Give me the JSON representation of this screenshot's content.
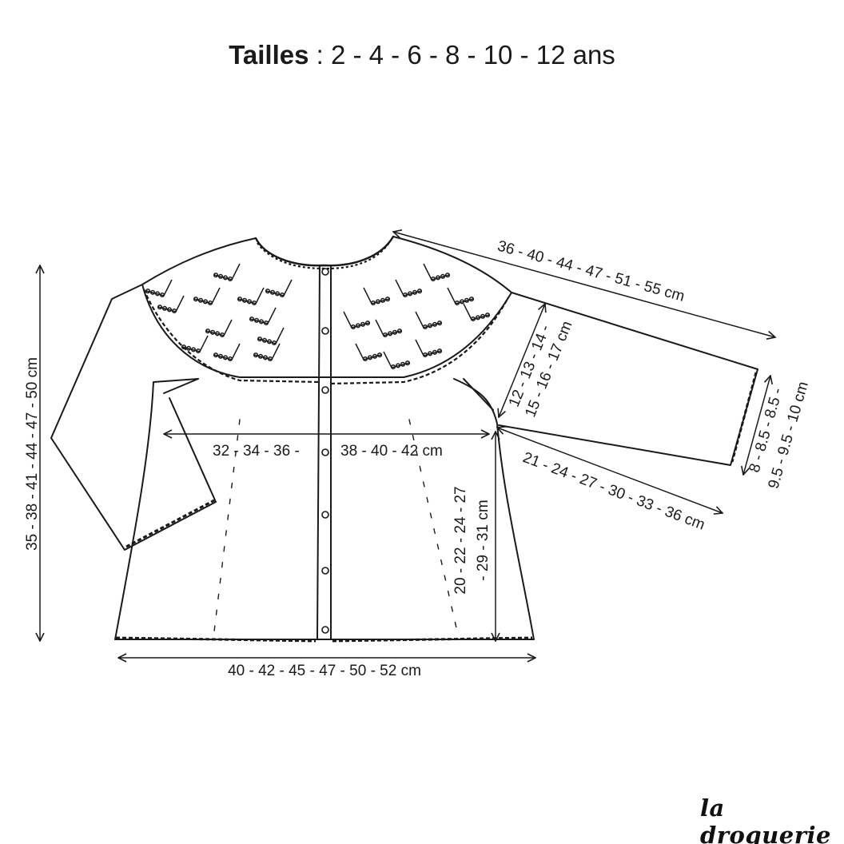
{
  "title": {
    "label": "Tailles",
    "sizes": " : 2 - 4 - 6 - 8 - 10 - 12 ans"
  },
  "measurements": {
    "height": "35 - 38 - 41 - 44 - 47 - 50 cm",
    "chest_left": "32 - 34 - 36 -",
    "chest_right": "38 - 40 - 42 cm",
    "bottom_width": "40 - 42 - 45 - 47 - 50 - 52 cm",
    "shoulder_sleeve": "36 - 40 - 44 - 47 - 51 - 55 cm",
    "armhole_line1": "12 - 13 - 14 -",
    "armhole_line2": "15 - 16 - 17 cm",
    "cuff_line1": "8 - 8.5 - 8.5 -",
    "cuff_line2": "9.5 - 9.5 - 10 cm",
    "sleeve_underarm": "21 - 24 - 27 - 30 - 33 - 36 cm",
    "side_line1": "20 - 22 - 24 - 27",
    "side_line2": "- 29 - 31 cm"
  },
  "brand": {
    "logo_text": "la droguerie"
  }
}
